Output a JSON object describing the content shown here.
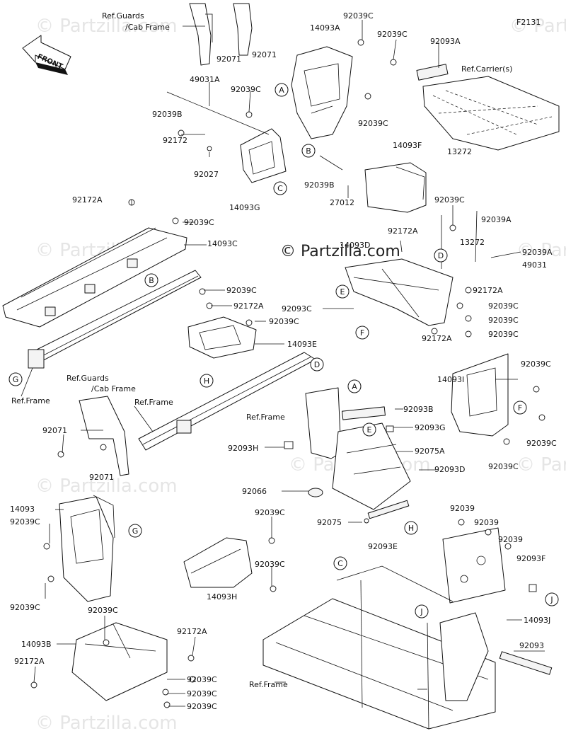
{
  "figure_code": "F2131",
  "watermark": {
    "center_text": "© Partzilla.com",
    "faint_text": "© Partzilla.com"
  },
  "front_arrow": {
    "label": "FRONT"
  },
  "ref_labels": {
    "guards_cab_top_1": "Ref.Guards",
    "guards_cab_top_2": "/Cab Frame",
    "guards_cab_mid_1": "Ref.Guards",
    "guards_cab_mid_2": "/Cab Frame",
    "carrier": "Ref.Carrier(s)",
    "frame_left": "Ref.Frame",
    "frame_mid": "Ref.Frame",
    "frame_center": "Ref.Frame",
    "frame_bottom": "Ref.Frame"
  },
  "callouts": {
    "A": "A",
    "B": "B",
    "C": "C",
    "D": "D",
    "E": "E",
    "F": "F",
    "G": "G",
    "H": "H",
    "J": "J"
  },
  "parts": {
    "p92039C_top": "92039C",
    "p14093A": "14093A",
    "p92039C_a": "92039C",
    "p92071_a": "92071",
    "p92071_b": "92071",
    "p92093A": "92093A",
    "p49031A": "49031A",
    "p92039C_b": "92039C",
    "p92039B_a": "92039B",
    "p92039C_c": "92039C",
    "p92172_a": "92172",
    "p92027": "92027",
    "p14093F": "14093F",
    "p13272_a": "13272",
    "p92039B_b": "92039B",
    "p27012": "27012",
    "p14093G": "14093G",
    "p92172A_a": "92172A",
    "p92039C_d": "92039C",
    "p14093C": "14093C",
    "p92039C_e": "92039C",
    "p92039A_a": "92039A",
    "p92172A_b": "92172A",
    "p14093D": "14093D",
    "p13272_b": "13272",
    "p92039A_b": "92039A",
    "p49031": "49031",
    "p92039C_f": "92039C",
    "p92172A_c": "92172A",
    "p92172A_d": "92172A",
    "p92039C_g": "92039C",
    "p92093C": "92093C",
    "p92039C_h": "92039C",
    "p92039C_i": "92039C",
    "p14093E": "14093E",
    "p92039C_j": "92039C",
    "p92172A_e": "92172A",
    "p92039C_k": "92039C",
    "p14093I": "14093I",
    "p92071_c": "92071",
    "p92071_d": "92071",
    "p92093B": "92093B",
    "p92093G": "92093G",
    "p92039C_l": "92039C",
    "p92093H": "92093H",
    "p92075A": "92075A",
    "p92093D": "92093D",
    "p92039C_m": "92039C",
    "p14093": "14093",
    "p92039C_n": "92039C",
    "p92066": "92066",
    "p92075": "92075",
    "p92093E": "92093E",
    "p92039C_o": "92039C",
    "p92039_a": "92039",
    "p92039_b": "92039",
    "p92039_c": "92039",
    "p92093F": "92093F",
    "p92039C_p": "92039C",
    "p92039C_q": "92039C",
    "p92039C_r": "92039C",
    "p14093H": "14093H",
    "p14093J": "14093J",
    "p14093B": "14093B",
    "p92172A_f": "92172A",
    "p92172A_g": "92172A",
    "p92039C_s": "92039C",
    "p92039C_t": "92039C",
    "p92039C_u": "92039C",
    "p92093": "92093"
  }
}
